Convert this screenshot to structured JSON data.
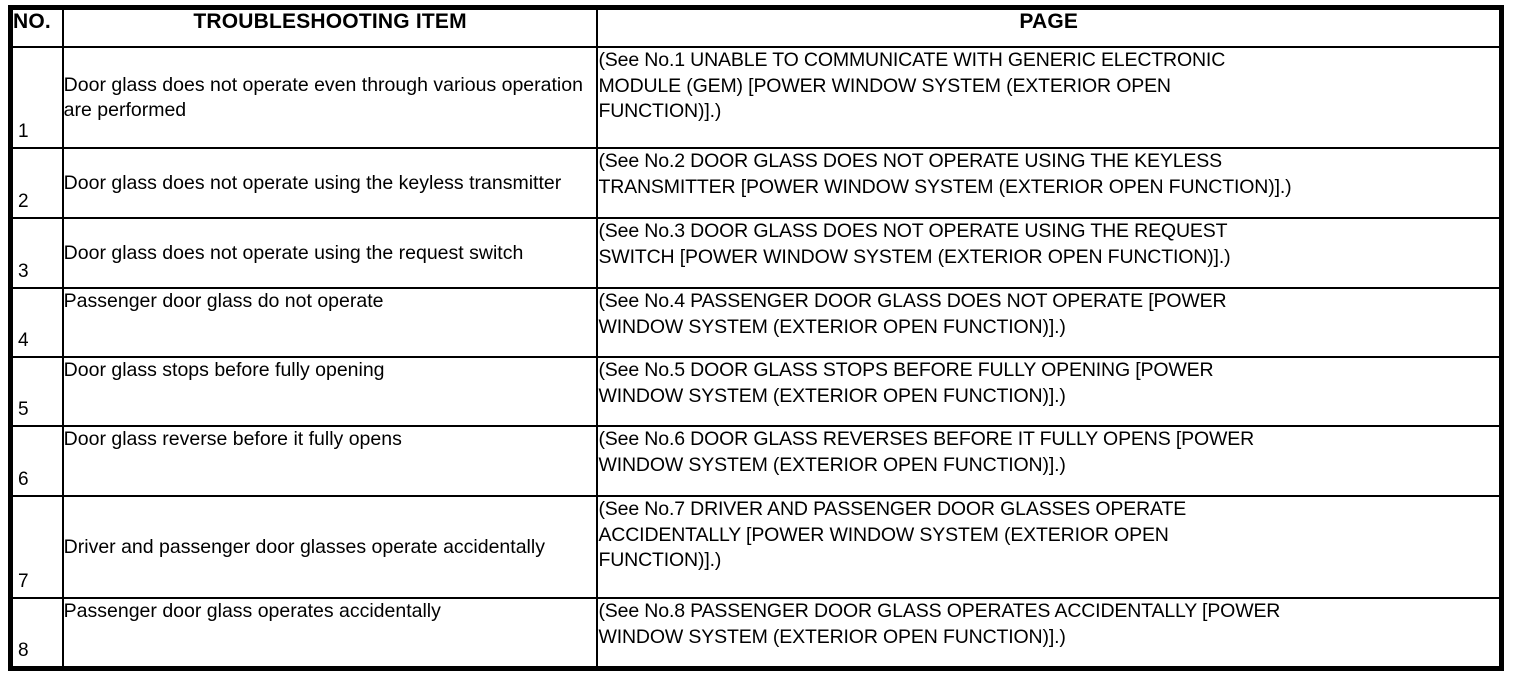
{
  "table": {
    "columns": [
      {
        "key": "no",
        "header": "NO."
      },
      {
        "key": "item",
        "header": "TROUBLESHOOTING ITEM"
      },
      {
        "key": "page",
        "header": "PAGE"
      }
    ],
    "rows": [
      {
        "no": "1",
        "item_lines": [
          "Door glass does not operate even through",
          "various operation are performed"
        ],
        "item": "Door glass does not operate even through various operation are performed",
        "page_lines": [
          "(See No.1 UNABLE TO COMMUNICATE WITH GENERIC ELECTRONIC",
          "MODULE (GEM) [POWER WINDOW SYSTEM (EXTERIOR OPEN",
          "FUNCTION)].)"
        ],
        "page": "(See No.1 UNABLE TO COMMUNICATE WITH GENERIC ELECTRONIC MODULE (GEM) [POWER WINDOW SYSTEM (EXTERIOR OPEN FUNCTION)].)"
      },
      {
        "no": "2",
        "item_lines": [
          "Door glass does not operate using the keyless",
          "transmitter"
        ],
        "item": "Door glass does not operate using the keyless transmitter",
        "page_lines": [
          "(See No.2 DOOR GLASS DOES NOT OPERATE USING THE KEYLESS",
          "TRANSMITTER [POWER WINDOW SYSTEM (EXTERIOR OPEN FUNCTION)].)"
        ],
        "page": "(See No.2 DOOR GLASS DOES NOT OPERATE USING THE KEYLESS TRANSMITTER [POWER WINDOW SYSTEM (EXTERIOR OPEN FUNCTION)].)"
      },
      {
        "no": "3",
        "item_lines": [
          "Door glass does not operate using the request",
          "switch"
        ],
        "item": "Door glass does not operate using the request switch",
        "page_lines": [
          "(See No.3 DOOR GLASS DOES NOT OPERATE USING THE REQUEST",
          "SWITCH [POWER WINDOW SYSTEM (EXTERIOR OPEN FUNCTION)].)"
        ],
        "page": "(See No.3 DOOR GLASS DOES NOT OPERATE USING THE REQUEST SWITCH [POWER WINDOW SYSTEM (EXTERIOR OPEN FUNCTION)].)"
      },
      {
        "no": "4",
        "item_lines": [
          "Passenger door glass do not operate"
        ],
        "item": "Passenger door glass do not operate",
        "page_lines": [
          "(See No.4 PASSENGER DOOR GLASS DOES NOT OPERATE [POWER",
          "WINDOW SYSTEM (EXTERIOR OPEN FUNCTION)].)"
        ],
        "page": "(See No.4 PASSENGER DOOR GLASS DOES NOT OPERATE [POWER WINDOW SYSTEM (EXTERIOR OPEN FUNCTION)].)"
      },
      {
        "no": "5",
        "item_lines": [
          "Door glass stops before fully opening"
        ],
        "item": "Door glass stops before fully opening",
        "page_lines": [
          "(See No.5 DOOR GLASS STOPS BEFORE FULLY OPENING [POWER",
          "WINDOW SYSTEM (EXTERIOR OPEN FUNCTION)].)"
        ],
        "page": "(See No.5 DOOR GLASS STOPS BEFORE FULLY OPENING [POWER WINDOW SYSTEM (EXTERIOR OPEN FUNCTION)].)"
      },
      {
        "no": "6",
        "item_lines": [
          "Door glass reverse before it fully opens"
        ],
        "item": "Door glass reverse before it fully opens",
        "page_lines": [
          "(See No.6 DOOR GLASS REVERSES BEFORE IT FULLY OPENS [POWER",
          "WINDOW SYSTEM (EXTERIOR OPEN FUNCTION)].)"
        ],
        "page": "(See No.6 DOOR GLASS REVERSES BEFORE IT FULLY OPENS [POWER WINDOW SYSTEM (EXTERIOR OPEN FUNCTION)].)"
      },
      {
        "no": "7",
        "item_lines": [
          "Driver and passenger door glasses operate",
          "accidentally"
        ],
        "item": "Driver and passenger door glasses operate accidentally",
        "page_lines": [
          "(See No.7 DRIVER AND PASSENGER DOOR GLASSES OPERATE",
          "ACCIDENTALLY [POWER WINDOW SYSTEM (EXTERIOR OPEN",
          "FUNCTION)].)"
        ],
        "page": "(See No.7 DRIVER AND PASSENGER DOOR GLASSES OPERATE ACCIDENTALLY [POWER WINDOW SYSTEM (EXTERIOR OPEN FUNCTION)].)"
      },
      {
        "no": "8",
        "item_lines": [
          "Passenger door glass operates accidentally"
        ],
        "item": "Passenger door glass operates accidentally",
        "page_lines": [
          "(See No.8 PASSENGER DOOR GLASS OPERATES ACCIDENTALLY [POWER",
          "WINDOW SYSTEM (EXTERIOR OPEN FUNCTION)].)"
        ],
        "page": "(See No.8 PASSENGER DOOR GLASS OPERATES ACCIDENTALLY [POWER WINDOW SYSTEM (EXTERIOR OPEN FUNCTION)].)"
      }
    ]
  },
  "style": {
    "border_color": "#000000",
    "text_color": "#000000",
    "background": "#ffffff"
  }
}
